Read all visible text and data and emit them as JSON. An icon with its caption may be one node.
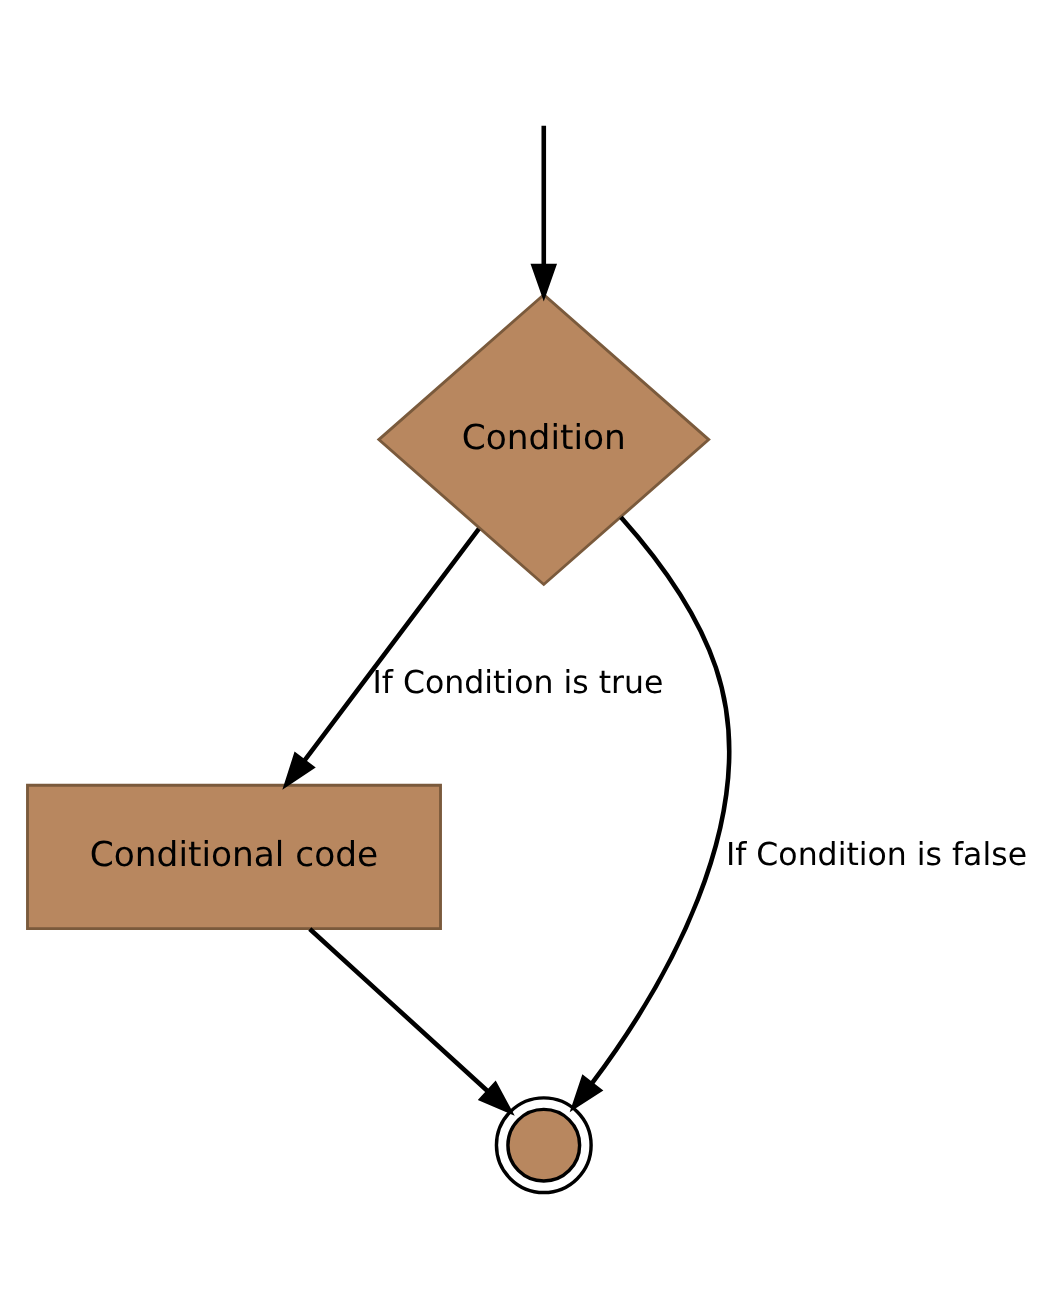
{
  "diagram": {
    "nodes": [
      {
        "text": [
          "Condition"
        ]
      },
      {
        "text": [
          "Conditional code"
        ]
      },
      {
        "text": [],
        "shape": "circle"
      }
    ],
    "edges": [
      {
        "from": null,
        "to": 0,
        "arrow": "to"
      },
      {
        "from": 0,
        "to": 1,
        "arrow": "to",
        "label": "If Condition is true"
      },
      {
        "from": 0,
        "to": 2,
        "arrow": "to",
        "label": "If Condition is false"
      },
      {
        "from": 1,
        "to": 2,
        "arrow": "to"
      }
    ]
  }
}
